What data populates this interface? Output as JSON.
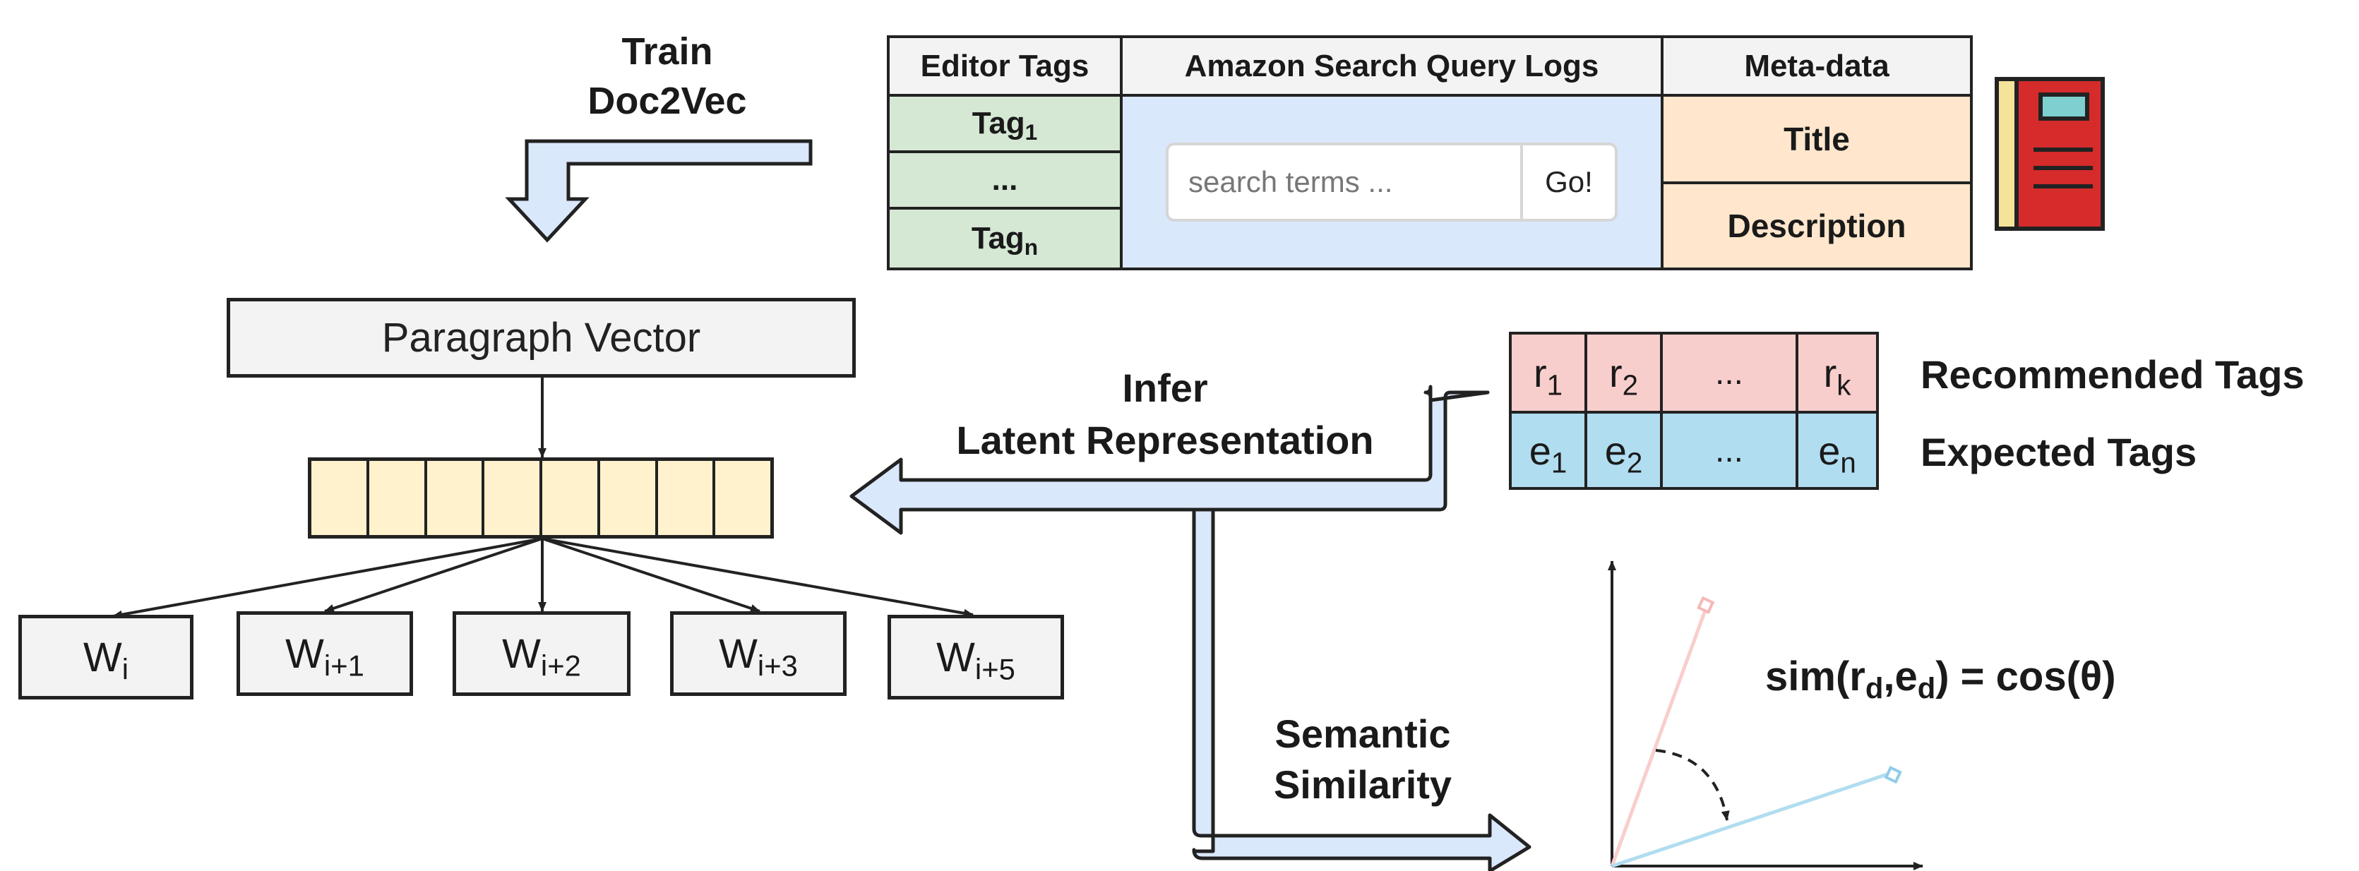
{
  "train_label": {
    "line1": "Train",
    "line2": "Doc2Vec"
  },
  "paragraph_vector": "Paragraph Vector",
  "words": [
    {
      "base": "W",
      "sub": "i"
    },
    {
      "base": "W",
      "sub": "i+1"
    },
    {
      "base": "W",
      "sub": "i+2"
    },
    {
      "base": "W",
      "sub": "i+3"
    },
    {
      "base": "W",
      "sub": "i+5"
    }
  ],
  "source_table": {
    "headers": [
      "Editor Tags",
      "Amazon Search Query Logs",
      "Meta-data"
    ],
    "editor_tags": [
      {
        "base": "Tag",
        "sub": "1"
      },
      {
        "base": "...",
        "sub": ""
      },
      {
        "base": "Tag",
        "sub": "n"
      }
    ],
    "search": {
      "placeholder": "search terms ...",
      "button": "Go!"
    },
    "meta": [
      "Title",
      "Description"
    ]
  },
  "infer_label": {
    "line1": "Infer",
    "line2": "Latent Representation"
  },
  "tag_table": {
    "recommended": [
      {
        "base": "r",
        "sub": "1"
      },
      {
        "base": "r",
        "sub": "2"
      },
      {
        "base": "...",
        "sub": ""
      },
      {
        "base": "r",
        "sub": "k"
      }
    ],
    "expected": [
      {
        "base": "e",
        "sub": "1"
      },
      {
        "base": "e",
        "sub": "2"
      },
      {
        "base": "...",
        "sub": ""
      },
      {
        "base": "e",
        "sub": "n"
      }
    ],
    "recommended_label": "Recommended Tags",
    "expected_label": "Expected Tags"
  },
  "semantic_label": {
    "line1": "Semantic",
    "line2": "Similarity"
  },
  "formula": {
    "prefix": "sim(r",
    "sub1": "d",
    "mid": ",e",
    "sub2": "d",
    "suffix": ") = cos(θ)"
  },
  "colors": {
    "green": "#d5e8d4",
    "blue": "#dae8fc",
    "orange": "#ffe6cc",
    "pink": "#f8cecc",
    "cyan": "#b1ddf0",
    "yellow": "#fff2cc",
    "book_red": "#d62b2b",
    "book_spine": "#f6e39a",
    "book_label": "#7ecfcf"
  }
}
